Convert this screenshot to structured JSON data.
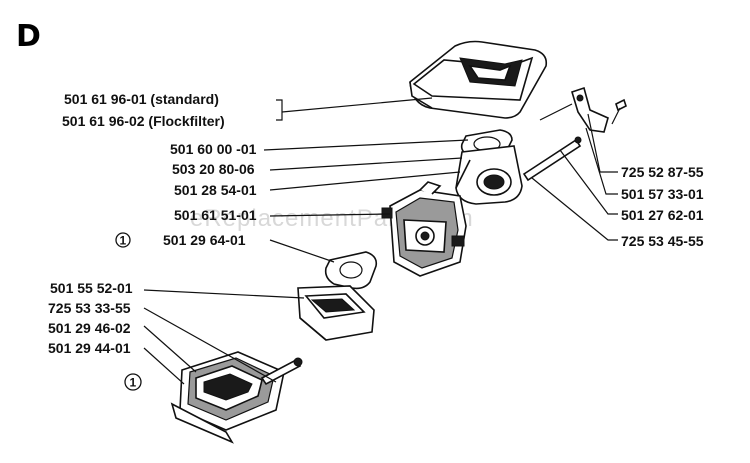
{
  "section_letter": "D",
  "watermark": "eReplacementParts.com",
  "callout_symbol": "1",
  "part_labels": [
    "501 61 96-01  (standard)",
    "501 61 96-02 (Flockfilter)",
    "501 60 00 -01",
    "503 20 80-06",
    "501 28 54-01",
    "501 61 51-01",
    "501 29 64-01",
    "501 55 52-01",
    "725 53 33-55",
    "501 29 46-02",
    "501 29 44-01",
    "725 52 87-55",
    "501 57 33-01",
    "501 27 62-01",
    "725 53 45-55"
  ]
}
